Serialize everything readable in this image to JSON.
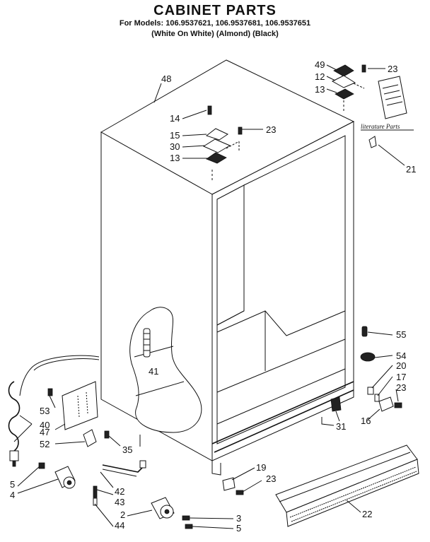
{
  "header": {
    "title": "CABINET PARTS",
    "models_line": "For Models: 106.9537621, 106.9537681, 106.9537651",
    "variants_line": "(White On White)  (Almond)    (Black)"
  },
  "literature_label": "literature Parts",
  "part_labels": {
    "p48": "48",
    "p49": "49",
    "p12": "12",
    "p13a": "13",
    "p23a": "23",
    "p14": "14",
    "p15": "15",
    "p30": "30",
    "p13b": "13",
    "p23b": "23",
    "p21": "21",
    "p41": "41",
    "p55": "55",
    "p54": "54",
    "p20": "20",
    "p17": "17",
    "p23c": "23",
    "p16": "16",
    "p31": "31",
    "p53": "53",
    "p40": "40",
    "p47": "47",
    "p52": "52",
    "p35": "35",
    "p5a": "5",
    "p4": "4",
    "p42": "42",
    "p43": "43",
    "p44": "44",
    "p2": "2",
    "p3": "3",
    "p5b": "5",
    "p19": "19",
    "p23d": "23",
    "p22": "22"
  }
}
